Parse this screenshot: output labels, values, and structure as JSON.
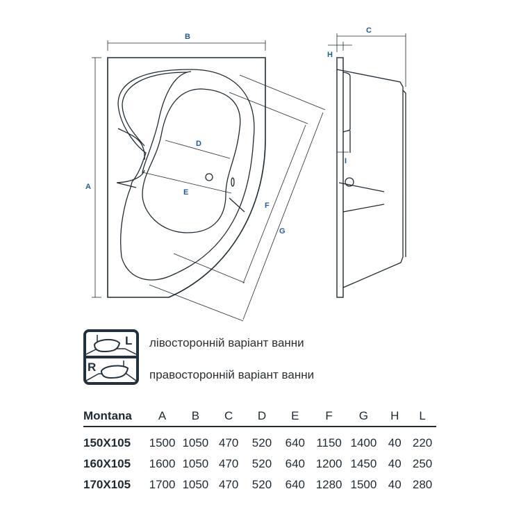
{
  "drawing": {
    "dimension_labels": {
      "A": "A",
      "B": "B",
      "C": "C",
      "D": "D",
      "E": "E",
      "F": "F",
      "G": "G",
      "H": "H",
      "I": "I"
    },
    "colors": {
      "labels": "#1f5b96",
      "lines": "#1e2a33"
    }
  },
  "legend": {
    "icon_left": "L",
    "icon_right": "R",
    "left_text": "лівосторонній варіант ванни",
    "right_text": "правосторонній варіант ванни"
  },
  "table": {
    "headers": [
      "Montana",
      "A",
      "B",
      "C",
      "D",
      "E",
      "F",
      "G",
      "H",
      "L"
    ],
    "rows": [
      [
        "150X105",
        "1500",
        "1050",
        "470",
        "520",
        "640",
        "1150",
        "1400",
        "40",
        "220"
      ],
      [
        "160X105",
        "1600",
        "1050",
        "470",
        "520",
        "640",
        "1200",
        "1450",
        "40",
        "250"
      ],
      [
        "170X105",
        "1700",
        "1050",
        "470",
        "520",
        "640",
        "1280",
        "1500",
        "40",
        "280"
      ]
    ]
  }
}
